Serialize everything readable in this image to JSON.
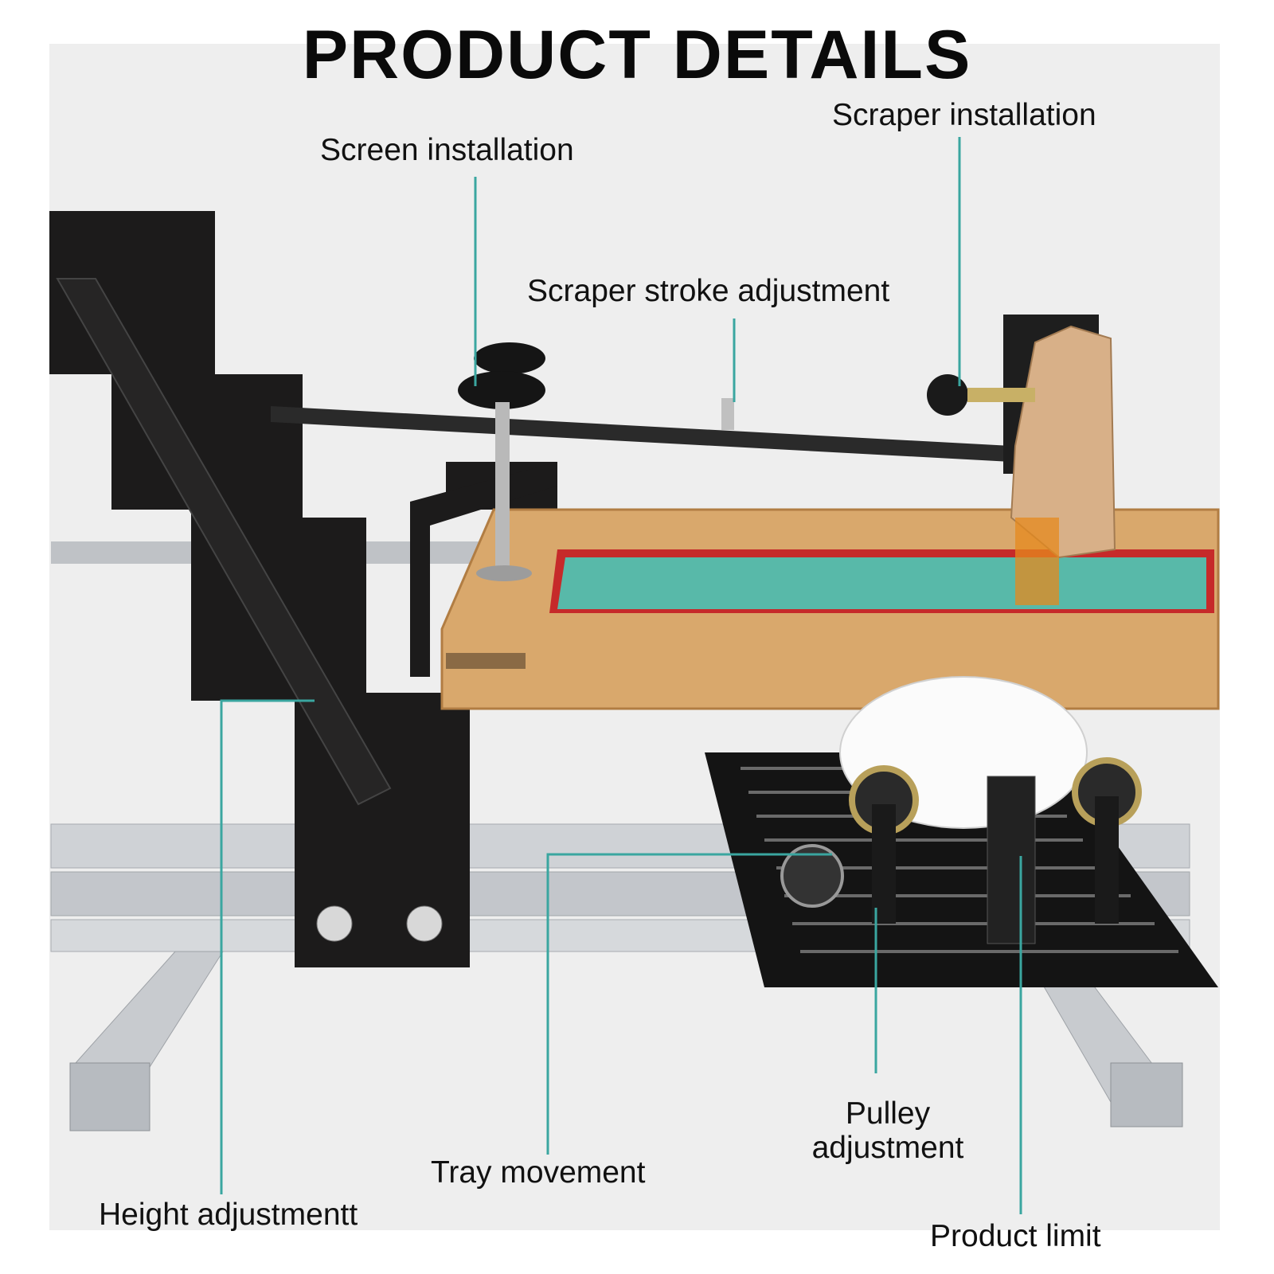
{
  "title": "PRODUCT DETAILS",
  "labels": {
    "screen_installation": "Screen installation",
    "scraper_installation": "Scraper installation",
    "scraper_stroke": "Scraper stroke adjustment",
    "height_adjustment": "Height adjustmentt",
    "tray_movement": "Tray movement",
    "pulley_adjustment_1": "Pulley",
    "pulley_adjustment_2": "adjustment",
    "product_limit": "Product limit"
  },
  "colors": {
    "leader_line": "#3aa6a0",
    "frame_metal": "#1c1b1b",
    "wood": "#d9a86c",
    "mesh": "#58b9a9",
    "aluminum": "#c9ccd0"
  }
}
